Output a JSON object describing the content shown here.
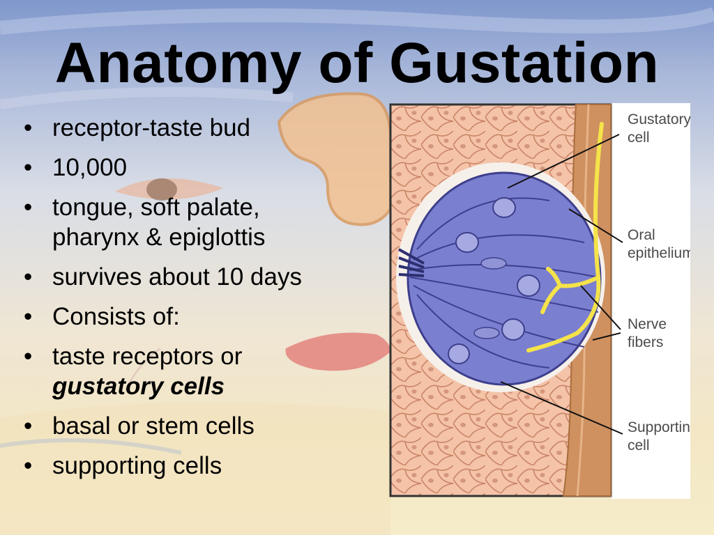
{
  "slide": {
    "title": "Anatomy of Gustation",
    "bullets": [
      {
        "lines": [
          "receptor-taste bud"
        ],
        "emphasis": ""
      },
      {
        "lines": [
          "10,000"
        ],
        "emphasis": ""
      },
      {
        "lines": [
          "tongue, soft palate,",
          "pharynx & epiglottis"
        ],
        "emphasis": ""
      },
      {
        "lines": [
          "survives about 10 days"
        ],
        "emphasis": ""
      },
      {
        "lines": [
          "Consists of:"
        ],
        "emphasis": ""
      },
      {
        "lines": [
          "taste receptors or"
        ],
        "emphasis": "gustatory cells"
      },
      {
        "lines": [
          "basal or stem cells"
        ],
        "emphasis": ""
      },
      {
        "lines": [
          "supporting cells"
        ],
        "emphasis": ""
      }
    ],
    "bullet_glyph": "•"
  },
  "diagram": {
    "labels": {
      "gustatory_cell": [
        "Gustatory",
        "cell"
      ],
      "oral_epithelium": [
        "Oral",
        "epithelium"
      ],
      "nerve_fibers": [
        "Nerve",
        "fibers"
      ],
      "supporting_cell": [
        "Supporting",
        "cell"
      ]
    },
    "colors": {
      "taste_bud": "#7b7fcf",
      "epithelium": "#f0b79a",
      "tissue_band": "#cf9160",
      "nerve": "#f5e34a"
    }
  }
}
